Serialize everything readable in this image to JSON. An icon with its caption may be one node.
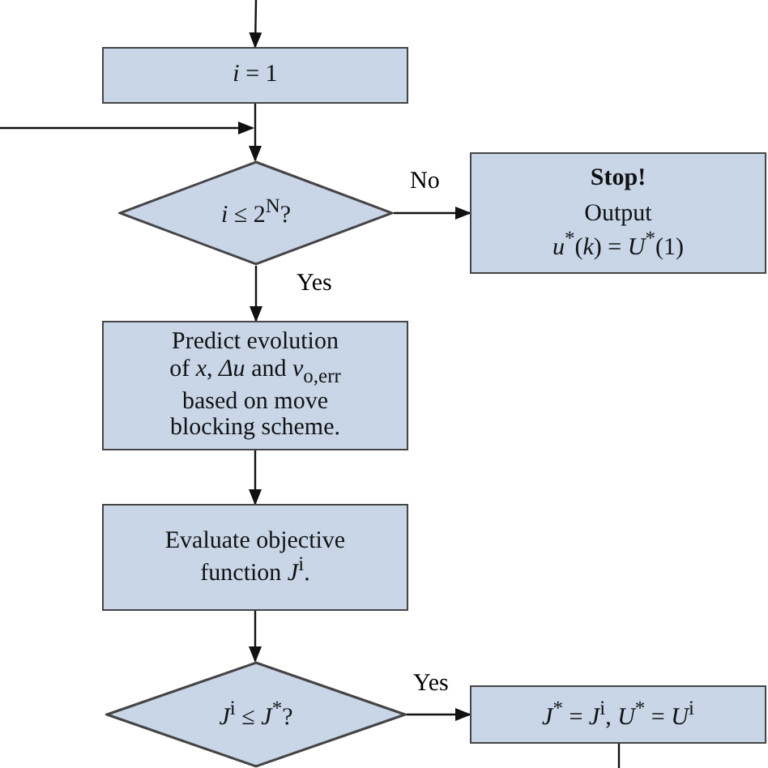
{
  "diagram": {
    "nodes": [
      {
        "text": [
          "*i* = 1"
        ]
      },
      {
        "text": [
          "*i* ≤ 2$^{N}$?"
        ]
      },
      {
        "text": [
          "Stop!",
          "Output",
          "*u*$^{*}$(*k*) = *U*$^{*}$(1)"
        ]
      },
      {
        "text": [
          "Predict evolution of *x*, *Δu* and *v*$_{o,err}$ based on move blocking scheme."
        ]
      },
      {
        "text": [
          "Evaluate objective function *J*$^{i}$."
        ]
      },
      {
        "text": [
          "*J*$^{i}$ ≤ *J*$^{*}$?"
        ]
      },
      {
        "text": [
          "*J*$^{*}$ = *J*$^{i}$, *U*$^{*}$ = *U*$^{i}$"
        ]
      }
    ],
    "edges": [
      {
        "from": null,
        "to": 0,
        "arrow": "to"
      },
      {
        "from": null,
        "to": 1,
        "arrow": "to"
      },
      {
        "from": 0,
        "to": 1,
        "arrow": "to"
      },
      {
        "from": 1,
        "to": 2,
        "arrow": "to",
        "label": "No"
      },
      {
        "from": 1,
        "to": 3,
        "arrow": "to",
        "label": "Yes"
      },
      {
        "from": 3,
        "to": 4,
        "arrow": "to"
      },
      {
        "from": 4,
        "to": 5,
        "arrow": "to"
      },
      {
        "from": 5,
        "to": 6,
        "arrow": "to",
        "label": "Yes"
      },
      {
        "from": 6,
        "to": null,
        "arrow": "none"
      }
    ]
  }
}
